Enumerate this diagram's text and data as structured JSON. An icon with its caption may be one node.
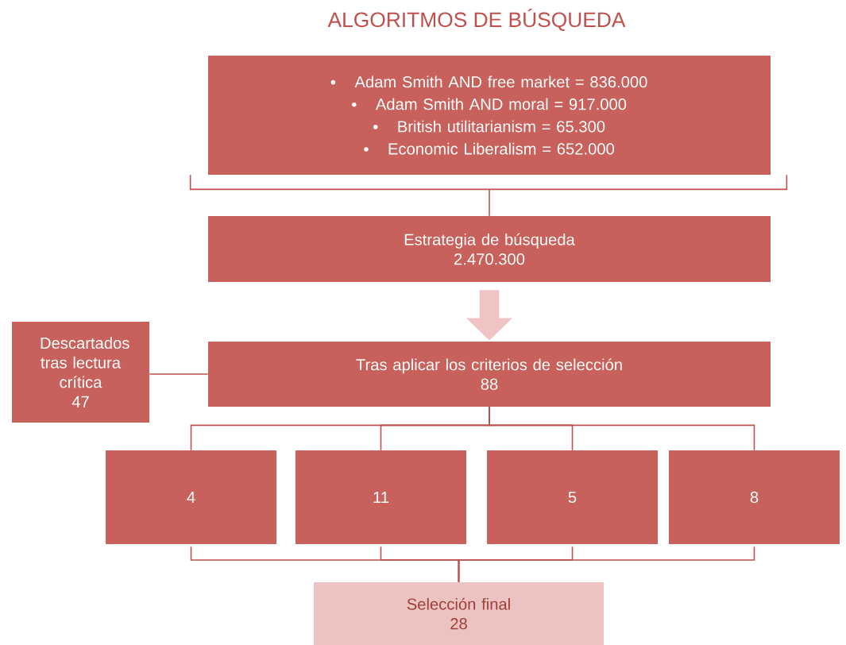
{
  "diagram": {
    "title": "ALGORITMOS DE BÚSQUEDA",
    "nodes": [
      {
        "text": [
          "Adam Smith AND free market = 836.000",
          "Adam Smith AND moral = 917.000",
          "British utilitarianism = 65.300",
          "Economic Liberalism = 652.000"
        ]
      },
      {
        "text": [
          "Estrategia de búsqueda",
          "2.470.300"
        ]
      },
      {
        "text": [
          "Tras aplicar los criterios de selección",
          "88"
        ]
      },
      {
        "text": [
          "Descartados tras lectura crítica",
          "47"
        ]
      },
      {
        "text": [
          "4"
        ]
      },
      {
        "text": [
          "11"
        ]
      },
      {
        "text": [
          "5"
        ]
      },
      {
        "text": [
          "8"
        ]
      },
      {
        "text": [
          "Selección final",
          "28"
        ]
      }
    ],
    "edges": [
      {
        "from": 0,
        "to": 1,
        "arrow": "none"
      },
      {
        "from": 1,
        "to": 2,
        "arrow": "to",
        "style": "thick",
        "color": "#efc4c2"
      },
      {
        "from": 3,
        "to": 2,
        "arrow": "none"
      },
      {
        "from": 2,
        "to": 4,
        "arrow": "none"
      },
      {
        "from": 2,
        "to": 5,
        "arrow": "none"
      },
      {
        "from": 2,
        "to": 6,
        "arrow": "none"
      },
      {
        "from": 2,
        "to": 7,
        "arrow": "none"
      },
      {
        "from": 4,
        "to": 8,
        "arrow": "none"
      },
      {
        "from": 5,
        "to": 8,
        "arrow": "none"
      },
      {
        "from": 6,
        "to": 8,
        "arrow": "none"
      },
      {
        "from": 7,
        "to": 8,
        "arrow": "none"
      }
    ]
  }
}
